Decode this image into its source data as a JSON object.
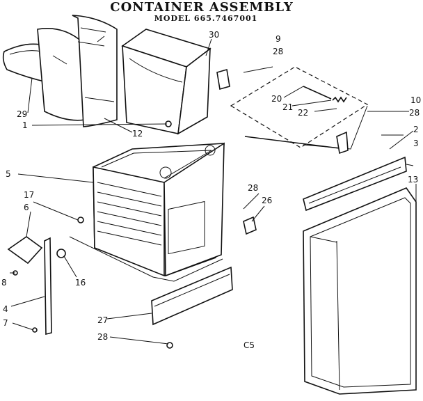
{
  "title": "CONTAINER ASSEMBLY",
  "model": "MODEL 665.7467001",
  "footer_code": "C5",
  "callouts": [
    {
      "id": "30",
      "text": "30"
    },
    {
      "id": "9",
      "text": "9"
    },
    {
      "id": "28a",
      "text": "28"
    },
    {
      "id": "29",
      "text": "29"
    },
    {
      "id": "1",
      "text": "1"
    },
    {
      "id": "12",
      "text": "12"
    },
    {
      "id": "20",
      "text": "20"
    },
    {
      "id": "21",
      "text": "21"
    },
    {
      "id": "22",
      "text": "22"
    },
    {
      "id": "10",
      "text": "10"
    },
    {
      "id": "28b",
      "text": "28"
    },
    {
      "id": "2",
      "text": "2"
    },
    {
      "id": "3",
      "text": "3"
    },
    {
      "id": "13",
      "text": "13"
    },
    {
      "id": "5",
      "text": "5"
    },
    {
      "id": "17",
      "text": "17"
    },
    {
      "id": "6",
      "text": "6"
    },
    {
      "id": "28c",
      "text": "28"
    },
    {
      "id": "26",
      "text": "26"
    },
    {
      "id": "16",
      "text": "16"
    },
    {
      "id": "8",
      "text": "8"
    },
    {
      "id": "4",
      "text": "4"
    },
    {
      "id": "7",
      "text": "7"
    },
    {
      "id": "27",
      "text": "27"
    },
    {
      "id": "28d",
      "text": "28"
    }
  ]
}
